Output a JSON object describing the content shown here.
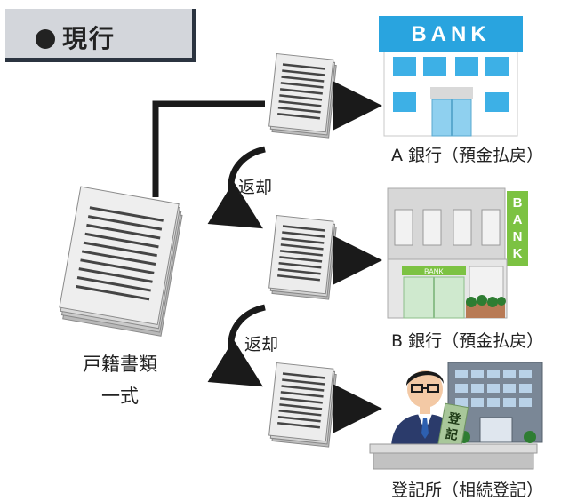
{
  "title": "現行",
  "source_documents": {
    "label_line1": "戸籍書類",
    "label_line2": "一式"
  },
  "return_labels": [
    "返却",
    "返却"
  ],
  "destinations": [
    {
      "label": "A 銀行（預金払戻）",
      "sign_text": "BANK"
    },
    {
      "label": "B 銀行（預金払戻）",
      "sign_text": "BANK",
      "door_sign": "BANK"
    },
    {
      "label": "登記所（相続登記）",
      "sign_text": "登記"
    }
  ],
  "colors": {
    "bank_a_sign": "#29a4df",
    "bank_b_sign": "#7cc242",
    "title_bg": "#d3d6db",
    "title_border": "#2b3440"
  }
}
